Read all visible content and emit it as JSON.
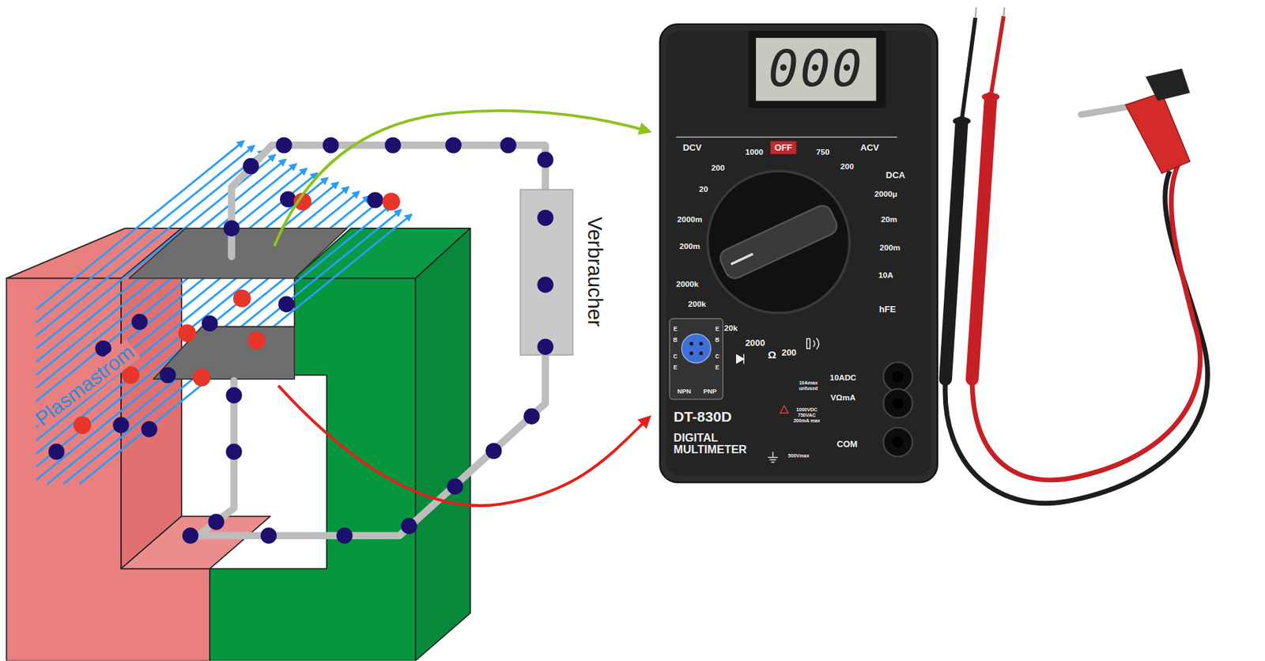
{
  "diagram": {
    "nodes": [
      {
        "text": [
          "Verbraucher"
        ]
      },
      {
        "text": [
          "DT-830D",
          "DIGITAL MULTIMETER"
        ]
      },
      {
        "text": [
          "000"
        ],
        "in": 1
      }
    ],
    "labels": [
      "Plasmastrom",
      "DCV",
      "1000",
      "OFF",
      "750",
      "ACV",
      "200",
      "200",
      "DCA",
      "20",
      "2000μ",
      "2000m",
      "20m",
      "200m",
      "200m",
      "10A",
      "2000k",
      "200k",
      "hFE",
      "20k",
      "2000",
      "Ω",
      "200",
      "10ADC",
      "VΩmA",
      "COM",
      "NPN",
      "PNP",
      "10Amax unfused",
      "1000VDC 750VAC 200mA max",
      "500Vmax",
      "E",
      "B",
      "C",
      "E",
      "E",
      "B",
      "C",
      "E"
    ]
  }
}
